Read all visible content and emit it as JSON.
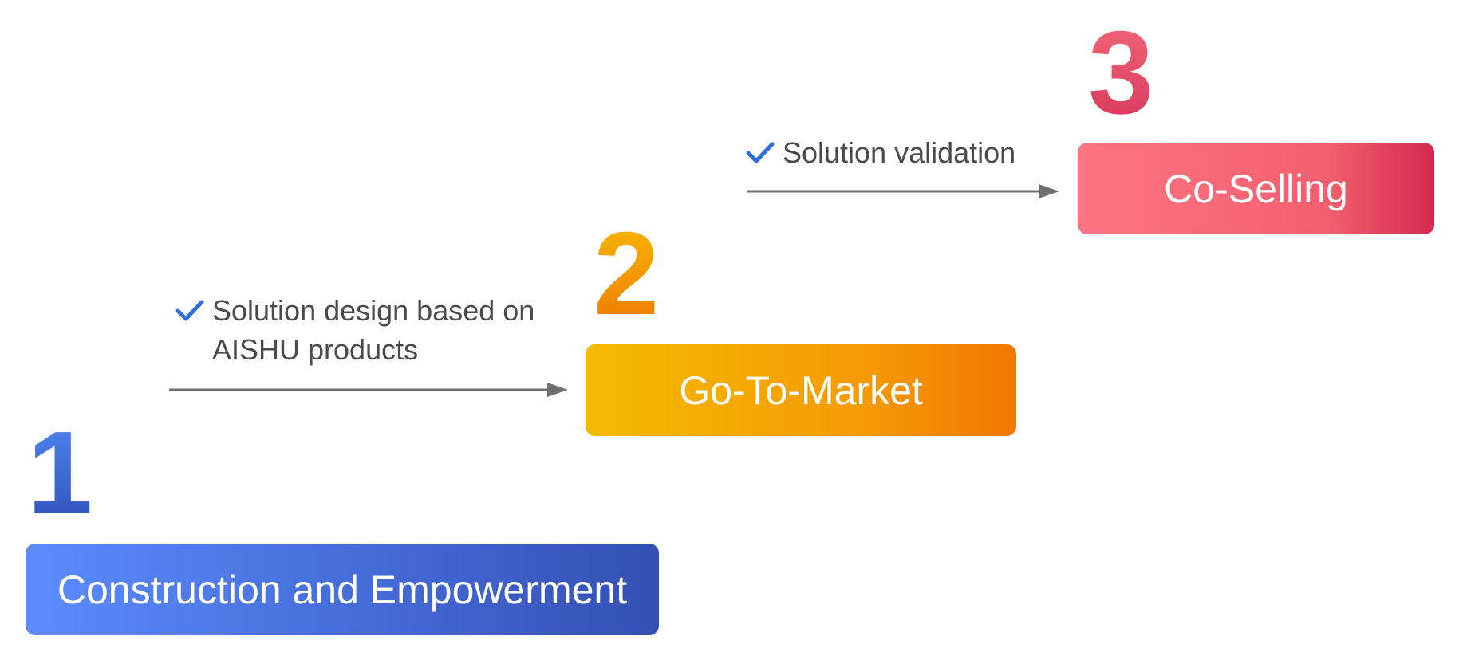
{
  "diagram": {
    "steps": [
      {
        "number": "1",
        "label": "Construction and Empowerment",
        "color": "#3f6ad8"
      },
      {
        "number": "2",
        "label": "Go-To-Market",
        "color": "#f4a300"
      },
      {
        "number": "3",
        "label": "Co-Selling",
        "color": "#ef5468"
      }
    ],
    "transitions": [
      {
        "label": "Solution design based on AISHU products",
        "icon": "check-icon"
      },
      {
        "label": "Solution validation",
        "icon": "check-icon"
      }
    ],
    "colors": {
      "check": "#2f6fdc",
      "connector": "#6f6f6f",
      "annotation_text": "#4a4a4a"
    }
  }
}
